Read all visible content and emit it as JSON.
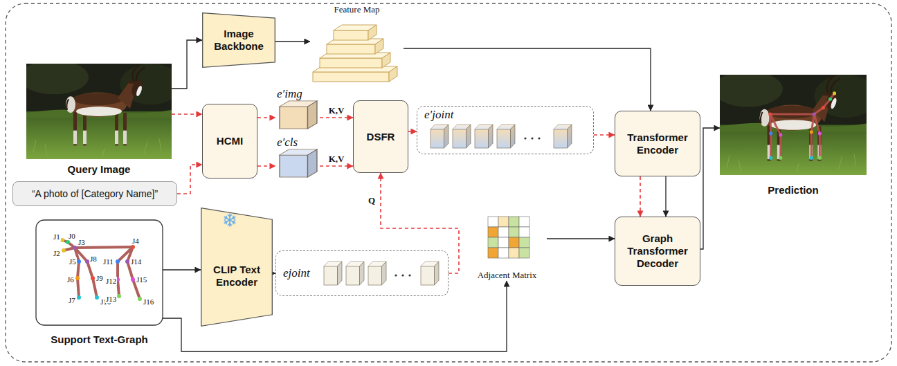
{
  "diagram": {
    "nodes": [
      {
        "text": [
          "Query Image"
        ]
      },
      {
        "text": [
          "Image Backbone"
        ]
      },
      {
        "text": [
          "Feature Map"
        ]
      },
      {
        "text": [
          "HCMI"
        ]
      },
      {
        "text": [
          "“A photo of [Category Name]”"
        ]
      },
      {
        "text": [
          "e′img"
        ]
      },
      {
        "text": [
          "e′cls"
        ]
      },
      {
        "text": [
          "DSFR"
        ]
      },
      {
        "text": [
          "e′joint"
        ]
      },
      {
        "text": [
          "Transformer Encoder"
        ]
      },
      {
        "text": [
          "Support Text-Graph"
        ]
      },
      {
        "text": [
          "CLIP Text Encoder"
        ]
      },
      {
        "text": [
          "ejoint"
        ]
      },
      {
        "text": [
          "Adjacent Matrix"
        ]
      },
      {
        "text": [
          "Graph Transformer Decoder"
        ]
      },
      {
        "text": [
          "Prediction"
        ]
      }
    ],
    "edges": [
      {
        "from": 0,
        "to": 1,
        "arrow": "to"
      },
      {
        "from": 1,
        "to": 2,
        "arrow": "to"
      },
      {
        "from": 2,
        "to": 9,
        "arrow": "to"
      },
      {
        "from": 0,
        "to": 3,
        "arrow": "to"
      },
      {
        "from": 4,
        "to": 3,
        "arrow": "to"
      },
      {
        "from": 3,
        "to": 5,
        "arrow": "to"
      },
      {
        "from": 3,
        "to": 6,
        "arrow": "to"
      },
      {
        "from": 5,
        "to": 7,
        "label": "K,V",
        "arrow": "to"
      },
      {
        "from": 6,
        "to": 7,
        "label": "K,V",
        "arrow": "to"
      },
      {
        "from": 7,
        "to": 8,
        "arrow": "to"
      },
      {
        "from": 8,
        "to": 9,
        "arrow": "to"
      },
      {
        "from": 10,
        "to": 11,
        "arrow": "to"
      },
      {
        "from": 11,
        "to": 12,
        "arrow": "to"
      },
      {
        "from": 12,
        "to": 7,
        "label": "Q",
        "arrow": "to"
      },
      {
        "from": 10,
        "to": 13,
        "arrow": "to"
      },
      {
        "from": 13,
        "to": 14,
        "arrow": "to"
      },
      {
        "from": 9,
        "to": 14,
        "arrow": "to"
      },
      {
        "from": 9,
        "to": 14,
        "arrow": "to"
      },
      {
        "from": 14,
        "to": 15,
        "arrow": "to"
      }
    ],
    "labels": [
      "J1",
      "J0",
      "J3",
      "J2",
      "J5",
      "J8",
      "J4",
      "J11",
      "J14",
      "J6",
      "J9",
      "J12",
      "J15",
      "J7",
      "J10",
      "J13",
      "J16"
    ]
  }
}
